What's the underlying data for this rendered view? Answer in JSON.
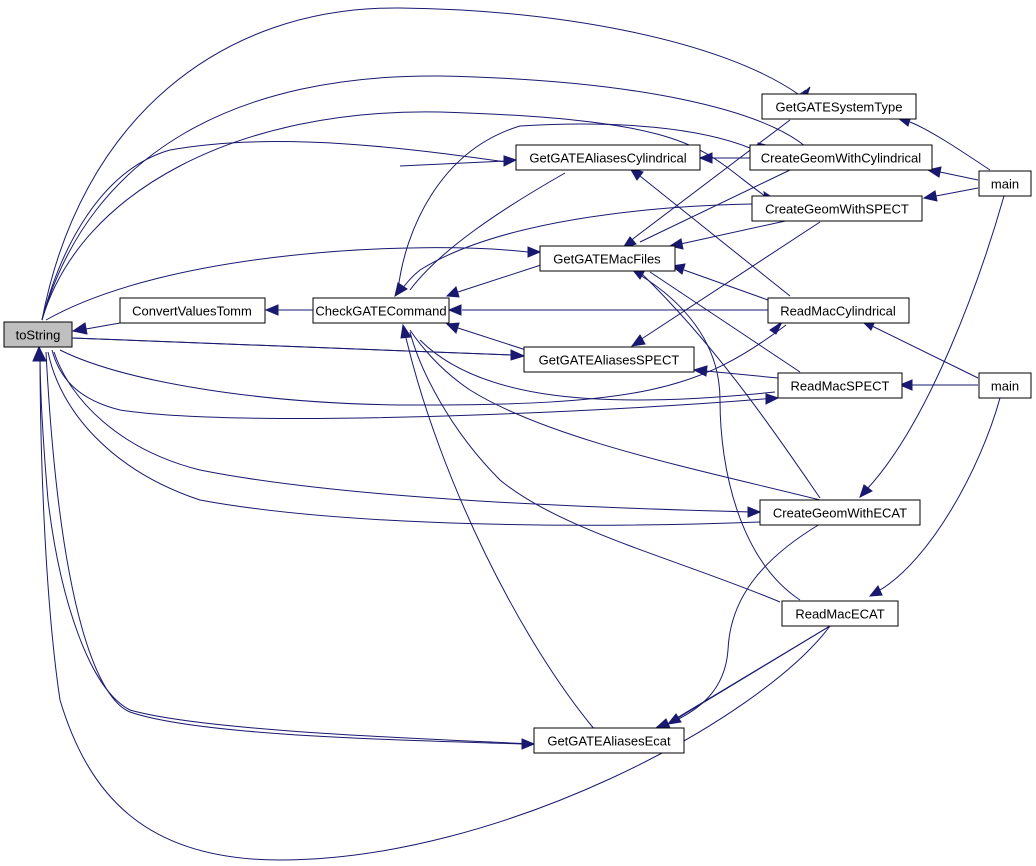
{
  "nodes": {
    "toString": "toString",
    "convertValuesTomm": "ConvertValuesTomm",
    "checkGATECommand": "CheckGATECommand",
    "getGATESystemType": "GetGATESystemType",
    "getGATEAliasesCylindrical": "GetGATEAliasesCylindrical",
    "createGeomWithCylindrical": "CreateGeomWithCylindrical",
    "createGeomWithSPECT": "CreateGeomWithSPECT",
    "getGATEMacFiles": "GetGATEMacFiles",
    "readMacCylindrical": "ReadMacCylindrical",
    "getGATEAliasesSPECT": "GetGATEAliasesSPECT",
    "readMacSPECT": "ReadMacSPECT",
    "createGeomWithECAT": "CreateGeomWithECAT",
    "readMacECAT": "ReadMacECAT",
    "getGATEAliasesEcat": "GetGATEAliasesEcat",
    "main1": "main",
    "main2": "main"
  },
  "colors": {
    "edge": "#191970",
    "highlight_fill": "#bfbfbf",
    "node_border": "#000000"
  }
}
